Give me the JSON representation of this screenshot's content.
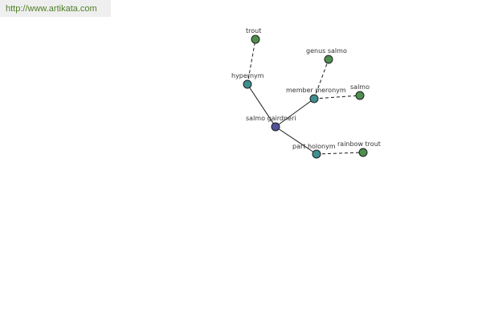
{
  "header": {
    "url": "http://www.artikata.com"
  },
  "colors": {
    "center_node": "#52529a",
    "relation_node": "#3f8f8f",
    "leaf_node": "#4e8f4e",
    "url_text": "#4f7f27"
  },
  "graph": {
    "nodes": {
      "center": {
        "label": "salmo gairdneri",
        "icon": "circle"
      },
      "hypernym": {
        "label": "hypernym",
        "icon": "circle"
      },
      "trout": {
        "label": "trout",
        "icon": "circle"
      },
      "member_meronym": {
        "label": "member meronym",
        "icon": "circle"
      },
      "genus_salmo": {
        "label": "genus salmo",
        "icon": "circle"
      },
      "salmo": {
        "label": "salmo",
        "icon": "circle"
      },
      "part_holonym": {
        "label": "part holonym",
        "icon": "circle"
      },
      "rainbow_trout": {
        "label": "rainbow trout",
        "icon": "circle"
      }
    }
  }
}
